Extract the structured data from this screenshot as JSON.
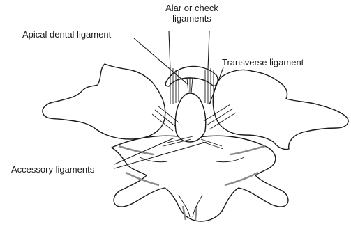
{
  "labels": {
    "alar": "Alar or check\nligaments",
    "alar_line1": "Alar or check",
    "alar_line2": "ligaments",
    "apical": "Apical dental ligament",
    "transverse": "Transverse ligament",
    "accessory": "Accessory ligaments"
  },
  "colors": {
    "ink": "#1a1a1a",
    "paper": "#ffffff",
    "shade": "#8a8a8a"
  }
}
